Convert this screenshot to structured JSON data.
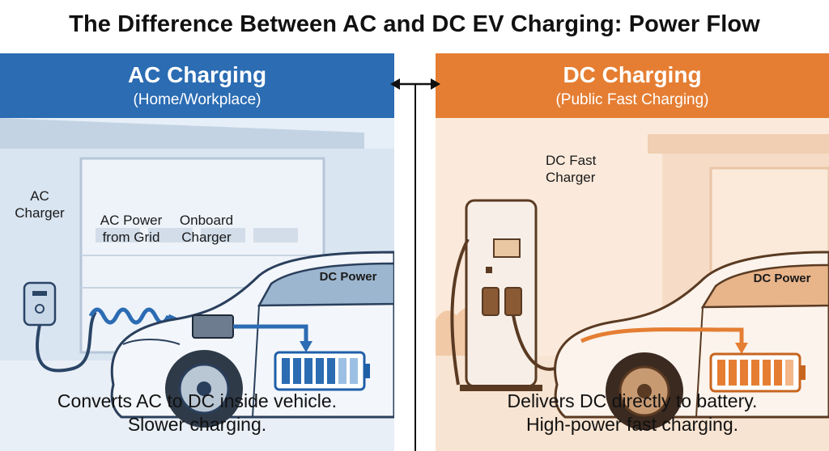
{
  "title": "The Difference Between AC and DC EV Charging: Power Flow",
  "ac": {
    "header_title": "AC Charging",
    "header_sub": "(Home/Workplace)",
    "charger_label": "AC\nCharger",
    "power_label": "AC Power\nfrom Grid",
    "onboard_label": "Onboard\nCharger",
    "dc_power_label": "DC Power",
    "caption": "Converts AC to DC inside vehicle.\nSlower charging.",
    "accent": "#2b6cb3"
  },
  "dc": {
    "header_title": "DC Charging",
    "header_sub": "(Public Fast Charging)",
    "charger_label": "DC Fast\nCharger",
    "dc_power_label": "DC Power",
    "caption": "Delivers DC directly to battery.\nHigh-power fast charging.",
    "accent": "#e57e33"
  },
  "icons": [
    "double-arrow-icon",
    "wall-charger-icon",
    "fast-charger-icon",
    "battery-icon",
    "car-icon"
  ]
}
